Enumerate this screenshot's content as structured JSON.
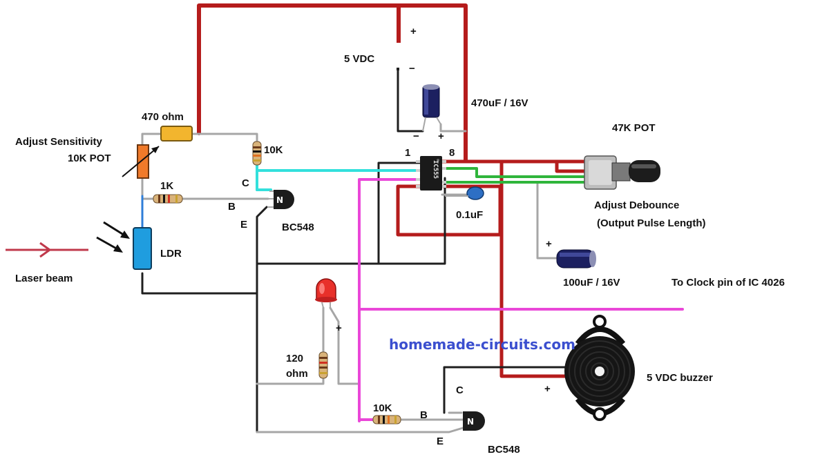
{
  "colors": {
    "red_wire": "#b51c1c",
    "gray_wire": "#a6a6a6",
    "black_wire": "#1f1f1f",
    "cyan_wire": "#33e0dc",
    "magenta_wire": "#ea47d8",
    "green_wire": "#2fb53b",
    "blue_wire": "#2e7dd8",
    "laser": "#c0394b",
    "brand": "#3b4fcf"
  },
  "labels": {
    "supply": "5 VDC",
    "plus": "+",
    "minus": "−",
    "cap_main": "470uF / 16V",
    "pot_debounce": "47K POT",
    "sens_title": "Adjust Sensitivity",
    "sens_pot": "10K POT",
    "r470": "470 ohm",
    "r10k_top": "10K",
    "r1k": "1K",
    "pin1": "1",
    "pin8": "8",
    "c": "C",
    "b": "B",
    "e": "E",
    "q1": "BC548",
    "cap_small": "0.1uF",
    "debounce_1": "Adjust Debounce",
    "debounce_2": "(Output Pulse Length)",
    "ldr": "LDR",
    "laser": "Laser beam",
    "cap_100": "100uF / 16V",
    "clock": "To Clock pin of IC 4026",
    "brand": "homemade-circuits.com",
    "r120_1": "120",
    "r120_2": "ohm",
    "r10k_bottom": "10K",
    "buzzer": "5 VDC buzzer",
    "q2": "BC548",
    "ic": "IC555"
  }
}
